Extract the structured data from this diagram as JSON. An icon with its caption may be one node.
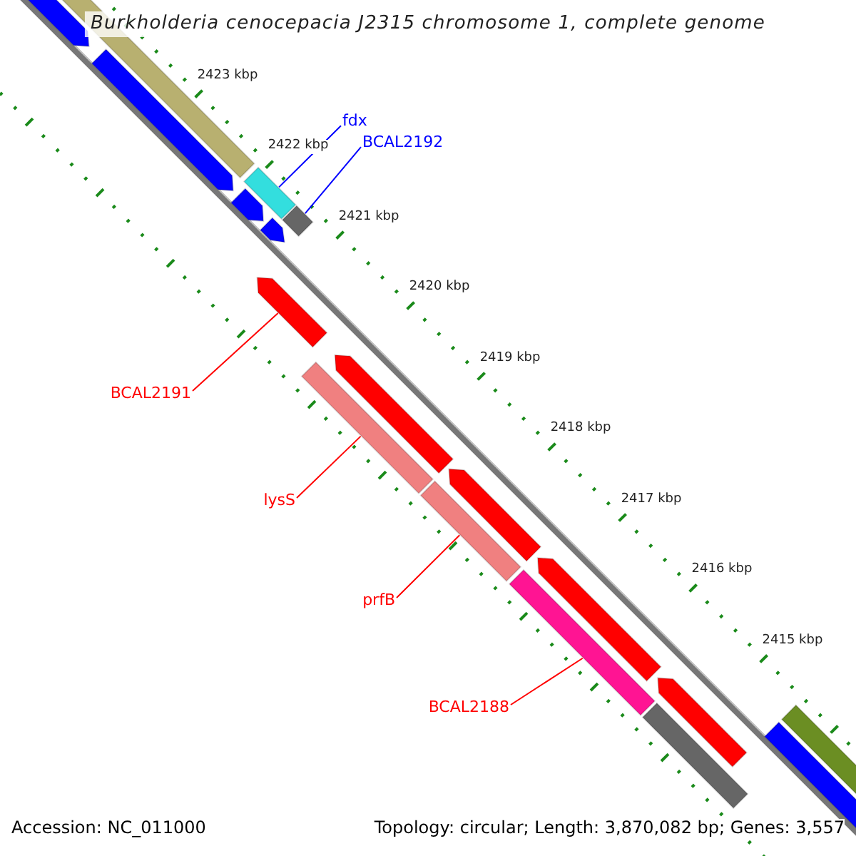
{
  "diagram": {
    "title": "Burkholderia cenocepacia J2315 chromosome 1, complete genome",
    "nodes": [
      {
        "text": [
          "fdx"
        ]
      },
      {
        "text": [],
        "shape": "bar"
      },
      {
        "text": [
          "BCAL2192"
        ]
      },
      {
        "text": [],
        "shape": "bar"
      },
      {
        "text": [
          "BCAL2191"
        ]
      },
      {
        "text": [],
        "shape": "bar"
      },
      {
        "text": [
          "lysS"
        ]
      },
      {
        "text": [],
        "shape": "bar"
      },
      {
        "text": [
          "prfB"
        ]
      },
      {
        "text": [],
        "shape": "bar"
      },
      {
        "text": [
          "BCAL2188"
        ]
      },
      {
        "text": [],
        "shape": "bar"
      }
    ],
    "edges": [
      {
        "from": 0,
        "to": 1,
        "arrow": "none",
        "color": "#0000ff"
      },
      {
        "from": 2,
        "to": 3,
        "arrow": "none",
        "color": "#0000ff"
      },
      {
        "from": 4,
        "to": 5,
        "arrow": "none"
      },
      {
        "from": 6,
        "to": 7,
        "arrow": "none"
      },
      {
        "from": 8,
        "to": 9,
        "arrow": "none"
      },
      {
        "from": 10,
        "to": 11,
        "arrow": "none"
      }
    ],
    "labels": [
      "2423 kbp",
      "2422 kbp",
      "2421 kbp",
      "2420 kbp",
      "2419 kbp",
      "2418 kbp",
      "2417 kbp",
      "2416 kbp",
      "2415 kbp",
      "Accession: NC_011000",
      "Topology: circular; Length: 3,870,082 bp; Genes: 3,557"
    ]
  }
}
